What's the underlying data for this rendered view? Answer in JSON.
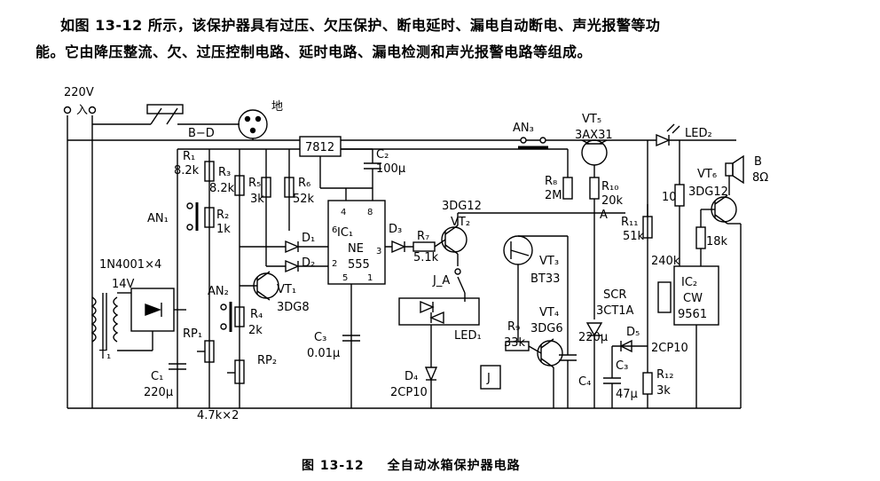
{
  "intro": {
    "line1": "如图 13-12 所示，该保护器具有过压、欠压保护、断电延时、漏电自动断电、声光报警等功",
    "line2": "能。它由降压整流、欠、过压控制电路、延时电路、漏电检测和声光报警电路等组成。"
  },
  "caption": {
    "number": "图 13-12",
    "title": "全自动冰箱保护器电路"
  },
  "labels": {
    "v220": "220V",
    "in": "入",
    "di": "地",
    "bd": "B−D",
    "ic7812": "7812",
    "c2": "C₂",
    "c2v": "100μ",
    "an3": "AN₃",
    "vt5": "VT₅",
    "vt5t": "3AX31",
    "led2": "LED₂",
    "vt6": "VT₆",
    "vt6t": "3DG12",
    "b": "B",
    "b8": "8Ω",
    "r1": "R₁",
    "r1v": "8.2k",
    "r3": "R₃",
    "r3v": "8.2k",
    "r5": "R₅",
    "r5v": "3k",
    "r6": "R₆",
    "r6v": "52k",
    "an1": "AN₁",
    "r2": "R₂",
    "r2v": "1k",
    "ic1": "IC₁",
    "ne": "NE",
    "n555": "555",
    "p4": "4",
    "p8": "8",
    "p6": "6",
    "p3": "3",
    "p2": "2",
    "p5": "5",
    "p1": "1",
    "d1": "D₁",
    "d2": "D₂",
    "d3": "D₃",
    "r7": "R₇",
    "r7v": "5.1k",
    "vt2t": "3DG12",
    "vt2": "VT₂",
    "r8": "R₈",
    "r8v": "2M",
    "r10": "R₁₀",
    "r10v": "20k",
    "a": "A",
    "r11": "R₁₁",
    "r11v": "51k",
    "ten": "10",
    "r18k": "18k",
    "k240": "240k",
    "ic2": "IC₂",
    "cw": "CW",
    "n9561": "9561",
    "n4001": "1N4001×4",
    "v14": "14V",
    "t1": "T₁",
    "an2": "AN₂",
    "vt1": "VT₁",
    "vt1t": "3DG8",
    "r4": "R₄",
    "r4v": "2k",
    "rp1": "RP₁",
    "rp2": "RP₂",
    "c1": "C₁",
    "c1v": "220μ",
    "k47": "4.7k×2",
    "c3": "C₃",
    "c3v": "0.01μ",
    "ja": "J_A",
    "vt3": "VT₃",
    "vt3t": "BT33",
    "led1": "LED₁",
    "r9": "R₉",
    "r9v": "33k",
    "vt4": "VT₄",
    "vt4t": "3DG6",
    "scr": "SCR",
    "scrt": "3CT1A",
    "d5": "D₅",
    "d5t": "2CP10",
    "d4": "D₄",
    "d4t": "2CP10",
    "j": "J",
    "c4": "C₄",
    "c4v": "220μ",
    "c3b": "C₃",
    "c3bv": "47μ",
    "r12": "R₁₂",
    "r12v": "3k"
  }
}
